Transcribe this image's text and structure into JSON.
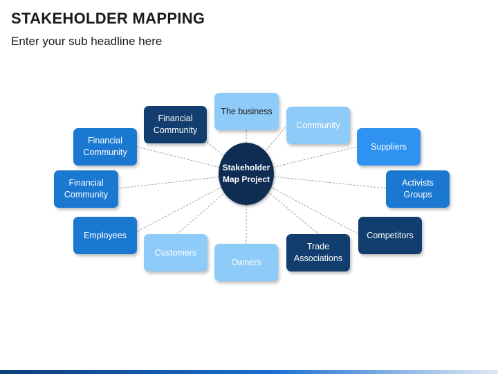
{
  "header": {
    "title": "STAKEHOLDER MAPPING",
    "subtitle": "Enter your sub headline here"
  },
  "center": {
    "label_line1": "Stakeholder",
    "label_line2": "Map Project",
    "color": "#0f2d52"
  },
  "nodes": [
    {
      "id": "the-business",
      "lines": [
        "The business"
      ],
      "tone": "light"
    },
    {
      "id": "community",
      "lines": [
        "Community"
      ],
      "tone": "light"
    },
    {
      "id": "suppliers",
      "lines": [
        "Suppliers"
      ],
      "tone": "sky"
    },
    {
      "id": "activists-groups",
      "lines": [
        "Activists",
        "Groups"
      ],
      "tone": "mid"
    },
    {
      "id": "competitors",
      "lines": [
        "Competitors"
      ],
      "tone": "navy"
    },
    {
      "id": "trade-associations",
      "lines": [
        "Trade",
        "Associations"
      ],
      "tone": "navy"
    },
    {
      "id": "owners",
      "lines": [
        "Owners"
      ],
      "tone": "light"
    },
    {
      "id": "customers",
      "lines": [
        "Customers"
      ],
      "tone": "light"
    },
    {
      "id": "employees",
      "lines": [
        "Employees"
      ],
      "tone": "mid"
    },
    {
      "id": "financial-community-1",
      "lines": [
        "Financial",
        "Community"
      ],
      "tone": "mid"
    },
    {
      "id": "financial-community-2",
      "lines": [
        "Financial",
        "Community"
      ],
      "tone": "mid"
    },
    {
      "id": "financial-community-3",
      "lines": [
        "Financial",
        "Community"
      ],
      "tone": "navy"
    }
  ],
  "colors": {
    "navy": "#113e6e",
    "mid": "#1b78d0",
    "sky": "#2f92f0",
    "light": "#8fcbf8",
    "connector": "#9aa4ad"
  }
}
